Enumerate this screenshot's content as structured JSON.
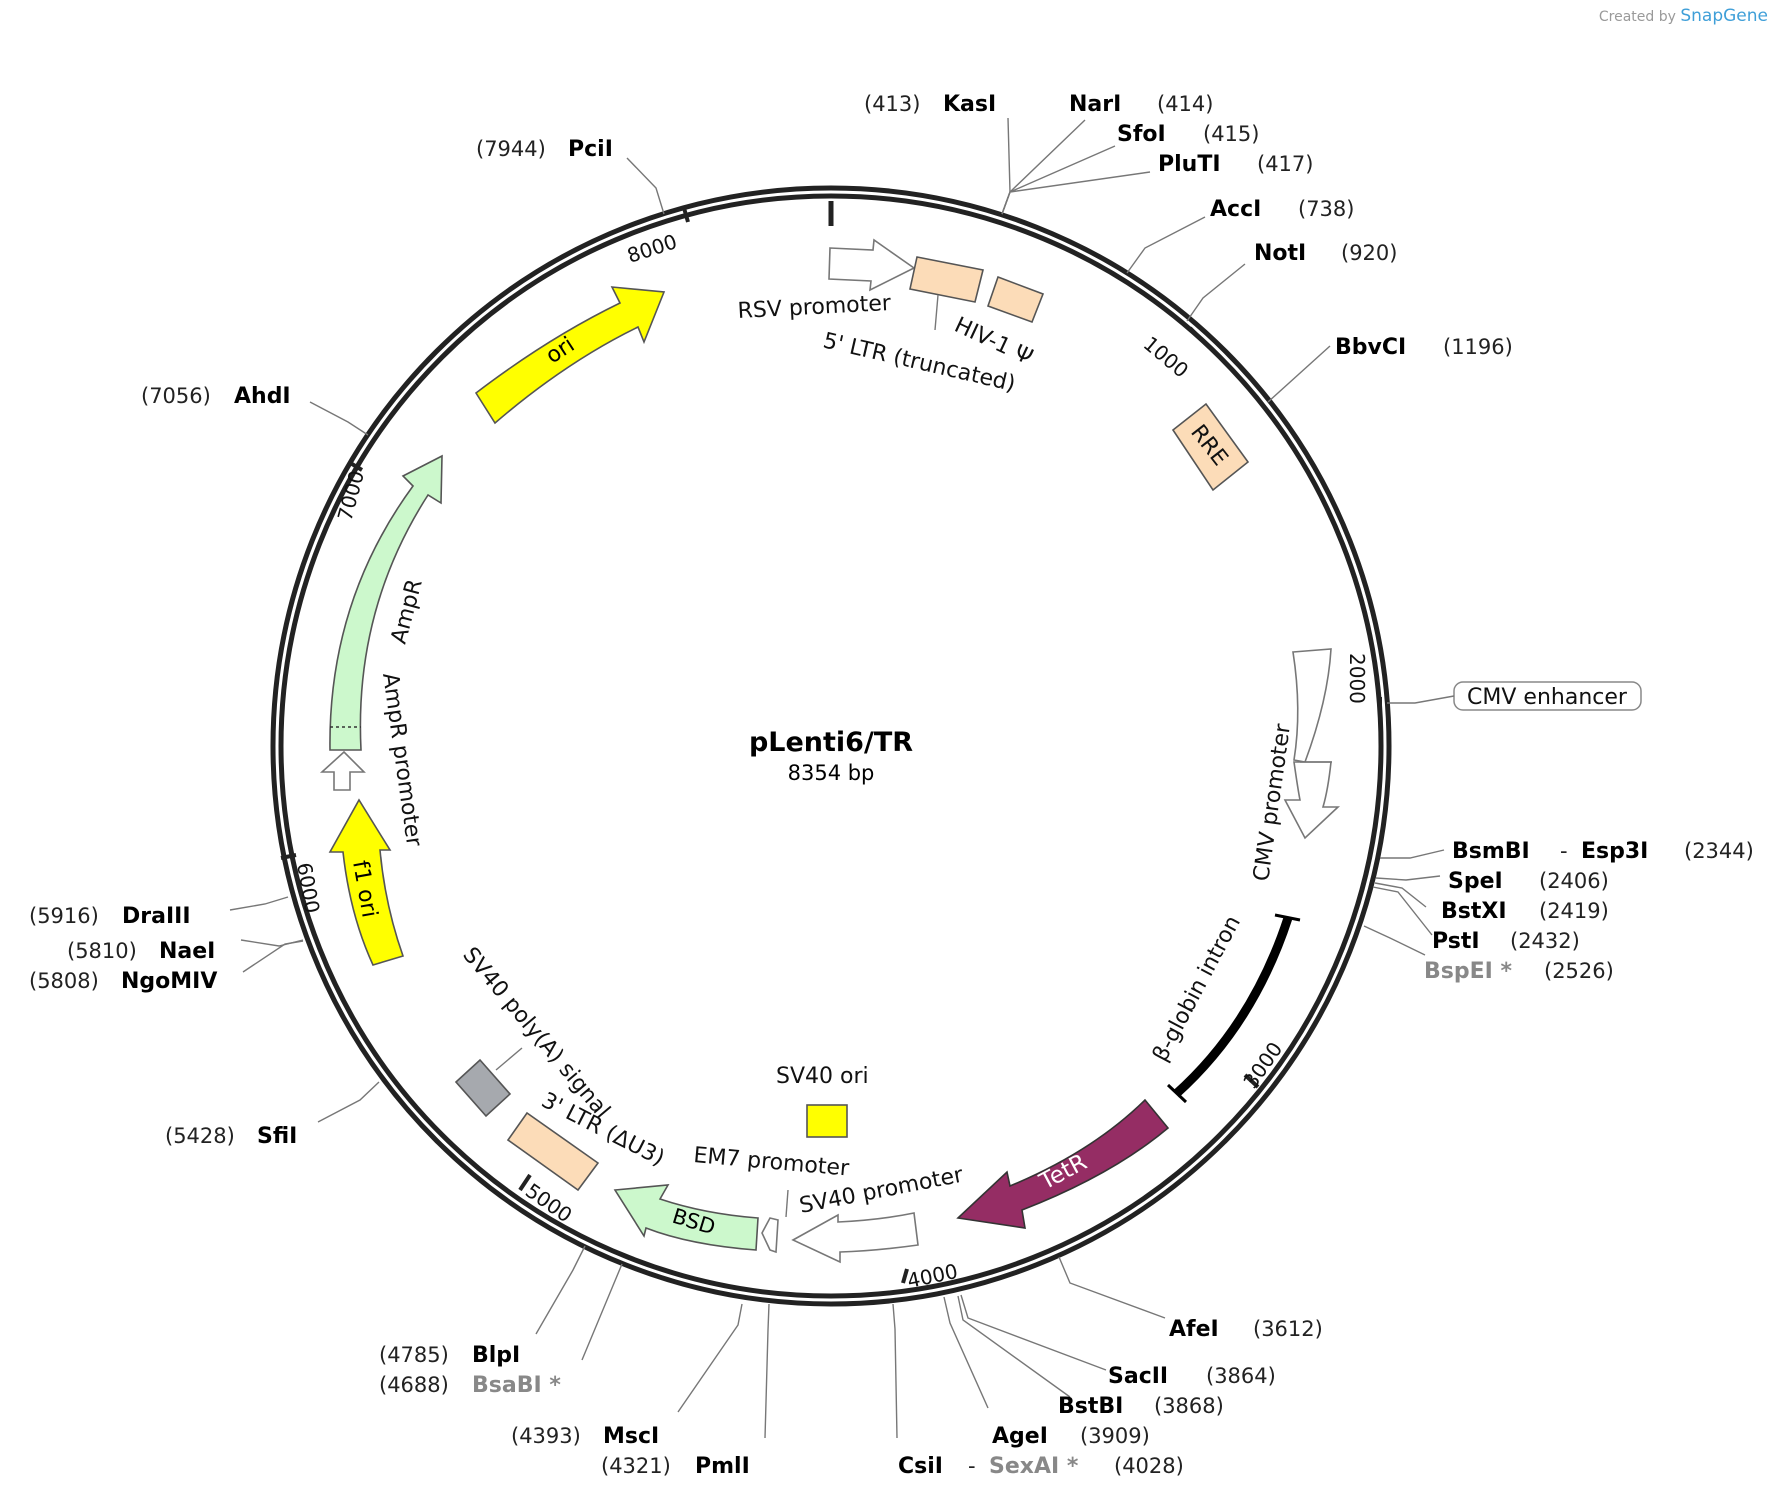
{
  "credit": {
    "prefix": "Created by",
    "brand": "SnapGene"
  },
  "plasmid": {
    "name": "pLenti6/TR",
    "size": "8354 bp"
  },
  "ticks": [
    "1000",
    "2000",
    "3000",
    "4000",
    "5000",
    "6000",
    "7000",
    "8000"
  ],
  "sites": [
    {
      "name": "KasI",
      "pos": "(413)"
    },
    {
      "name": "NarI",
      "pos": "(414)"
    },
    {
      "name": "SfoI",
      "pos": "(415)"
    },
    {
      "name": "PluTI",
      "pos": "(417)"
    },
    {
      "name": "AccI",
      "pos": "(738)"
    },
    {
      "name": "NotI",
      "pos": "(920)"
    },
    {
      "name": "BbvCI",
      "pos": "(1196)"
    },
    {
      "name": "BsmBI",
      "name2": "Esp3I",
      "pos": "(2344)"
    },
    {
      "name": "SpeI",
      "pos": "(2406)"
    },
    {
      "name": "BstXI",
      "pos": "(2419)"
    },
    {
      "name": "PstI",
      "pos": "(2432)"
    },
    {
      "name": "BspEI *",
      "pos": "(2526)"
    },
    {
      "name": "AfeI",
      "pos": "(3612)"
    },
    {
      "name": "SacII",
      "pos": "(3864)"
    },
    {
      "name": "BstBI",
      "pos": "(3868)"
    },
    {
      "name": "AgeI",
      "pos": "(3909)"
    },
    {
      "name": "CsiI",
      "name2": "SexAI *",
      "pos": "(4028)"
    },
    {
      "name": "PmlI",
      "pos": "(4321)"
    },
    {
      "name": "MscI",
      "pos": "(4393)"
    },
    {
      "name": "BsaBI *",
      "pos": "(4688)"
    },
    {
      "name": "BlpI",
      "pos": "(4785)"
    },
    {
      "name": "SfiI",
      "pos": "(5428)"
    },
    {
      "name": "NgoMIV",
      "pos": "(5808)"
    },
    {
      "name": "NaeI",
      "pos": "(5810)"
    },
    {
      "name": "DraIII",
      "pos": "(5916)"
    },
    {
      "name": "AhdI",
      "pos": "(7056)"
    },
    {
      "name": "PciI",
      "pos": "(7944)"
    }
  ],
  "features": {
    "rsv_promoter": "RSV promoter",
    "ltr5": "5' LTR (truncated)",
    "hiv_psi": "HIV-1 Ψ",
    "rre": "RRE",
    "cmv_enhancer": "CMV enhancer",
    "cmv_promoter": "CMV promoter",
    "beta_globin": "β-globin intron",
    "tetr": "TetR",
    "sv40_promoter": "SV40 promoter",
    "em7_promoter": "EM7 promoter",
    "sv40_ori": "SV40 ori",
    "bsd": "BSD",
    "ltr3": "3' LTR (ΔU3)",
    "sv40_polya": "SV40 poly(A) signal",
    "f1_ori": "f1 ori",
    "ampr_promoter": "AmpR promoter",
    "ampr": "AmpR",
    "ori": "ori"
  },
  "colors": {
    "ltr": "#fcdcb8",
    "ori": "#ffff00",
    "ampr": "#ccf8cc",
    "tetr": "#952d64",
    "bsd": "#ccf8cc",
    "polya": "#a6a9ae",
    "intron": "#000000",
    "promoter": "#ffffff"
  }
}
